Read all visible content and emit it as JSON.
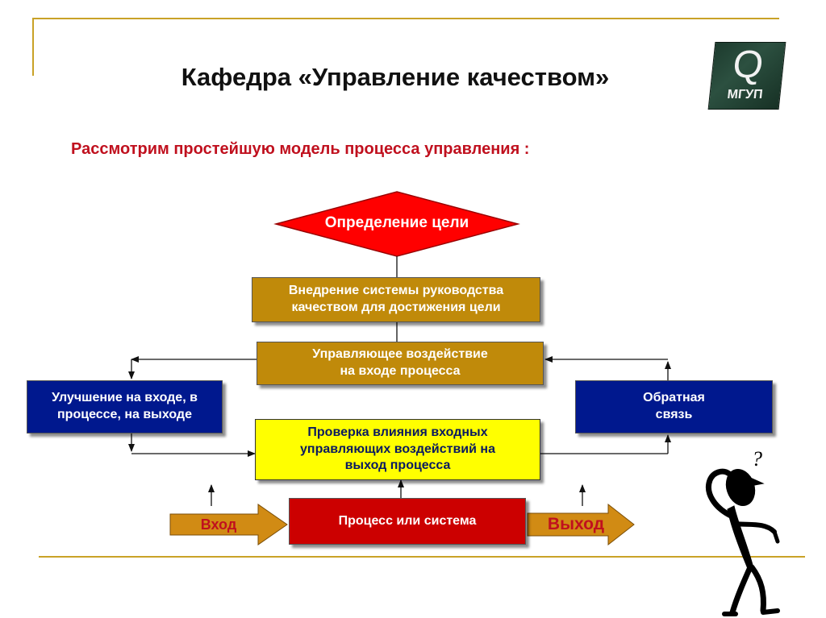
{
  "header": {
    "title": "Кафедра «Управление качеством»",
    "subtitle": "Рассмотрим простейшую модель процесса управления :"
  },
  "logo": {
    "letter": "Q",
    "text": "МГУП"
  },
  "diagram": {
    "goal": "Определение цели",
    "implementation": "Внедрение системы руководства качеством для достижения цели",
    "control_action": "Управляющее воздействие на входе процесса",
    "improvement": "Улучшение на входе, в процессе, на выходе",
    "feedback": "Обратная связь",
    "check": "Проверка влияния входных управляющих воздействий на выход процесса",
    "process": "Процесс или система",
    "input": "Вход",
    "output": "Выход"
  },
  "colors": {
    "frame": "#c9a227",
    "title_red": "#c0101e",
    "diamond": "#ff0000",
    "gold_box": "#c08a0a",
    "blue_box": "#00188e",
    "yellow_box": "#ffff00",
    "process_red": "#cc0000",
    "arrow_fill": "#d18b14"
  },
  "decorations": {
    "thinking_figure": "thinking-man-icon",
    "question_mark": "?"
  }
}
